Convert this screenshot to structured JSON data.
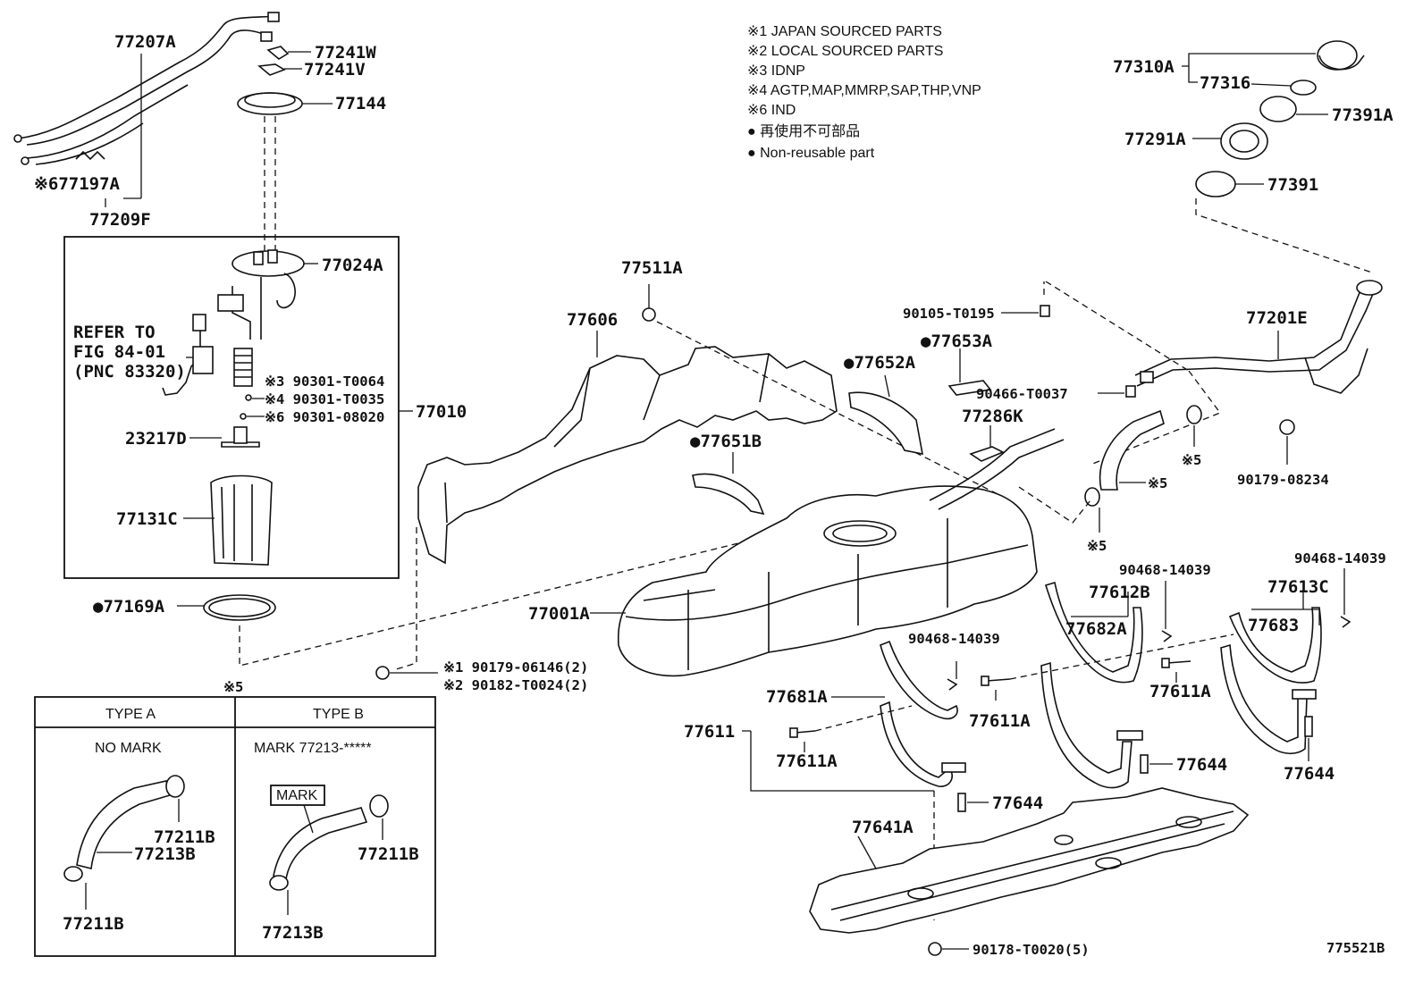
{
  "legend": {
    "note1": "※1 JAPAN SOURCED PARTS",
    "note2": "※2 LOCAL SOURCED PARTS",
    "note3": "※3 IDNP",
    "note4": "※4 AGTP,MAP,MMRP,SAP,THP,VNP",
    "note6": "※6 IND",
    "nonreusable_jp": "● 再使用不可部品",
    "nonreusable_en": "● Non-reusable part"
  },
  "labels": {
    "p77207A": "77207A",
    "p77241W": "77241W",
    "p77241V": "77241V",
    "p77144": "77144",
    "p77197A": "※677197A",
    "p77209F": "77209F",
    "p77024A": "77024A",
    "refer1": "REFER TO",
    "refer2": "FIG 84-01",
    "refer3": "(PNC 83320)",
    "p90301T0064": "※3 90301-T0064",
    "p90301T0035": "※4 90301-T0035",
    "p9030108020": "※6 90301-08020",
    "p77010": "77010",
    "p23217D": "23217D",
    "p77131C": "77131C",
    "p77169A": "●77169A",
    "p77511A": "77511A",
    "p77606": "77606",
    "p77652A": "●77652A",
    "p77653A": "●77653A",
    "p90105T0195": "90105-T0195",
    "p90466T0037": "90466-T0037",
    "p77286K": "77286K",
    "p77651B": "●77651B",
    "p77001A": "77001A",
    "p90179_06146": "※1 90179-06146(2)",
    "p90182_T0024": "※2 90182-T0024(2)",
    "p77310A": "77310A",
    "p77316": "77316",
    "p77391A": "77391A",
    "p77291A": "77291A",
    "p77391": "77391",
    "p77201E": "77201E",
    "p90179_08234": "90179-08234",
    "note5a": "※5",
    "note5b": "※5",
    "note5c": "※5",
    "note5d": "※5",
    "p90468a": "90468-14039",
    "p90468b": "90468-14039",
    "p90468c": "90468-14039",
    "p77612B": "77612B",
    "p77613C": "77613C",
    "p77682A": "77682A",
    "p77683": "77683",
    "p77611Aa": "77611A",
    "p77611Ab": "77611A",
    "p77611Ac": "77611A",
    "p77681A": "77681A",
    "p77611": "77611",
    "p77644a": "77644",
    "p77644b": "77644",
    "p77644c": "77644",
    "p77641A": "77641A",
    "p90178": "90178-T0020(5)",
    "fig_no": "775521B"
  },
  "type_table": {
    "col_a_header": "TYPE A",
    "col_b_header": "TYPE B",
    "col_a_note": "NO MARK",
    "col_b_note": "MARK 77213-*****",
    "mark_tag": "MARK",
    "a_77211B_top": "77211B",
    "a_77213B": "77213B",
    "a_77211B_bot": "77211B",
    "b_77211B": "77211B",
    "b_77213B": "77213B"
  }
}
